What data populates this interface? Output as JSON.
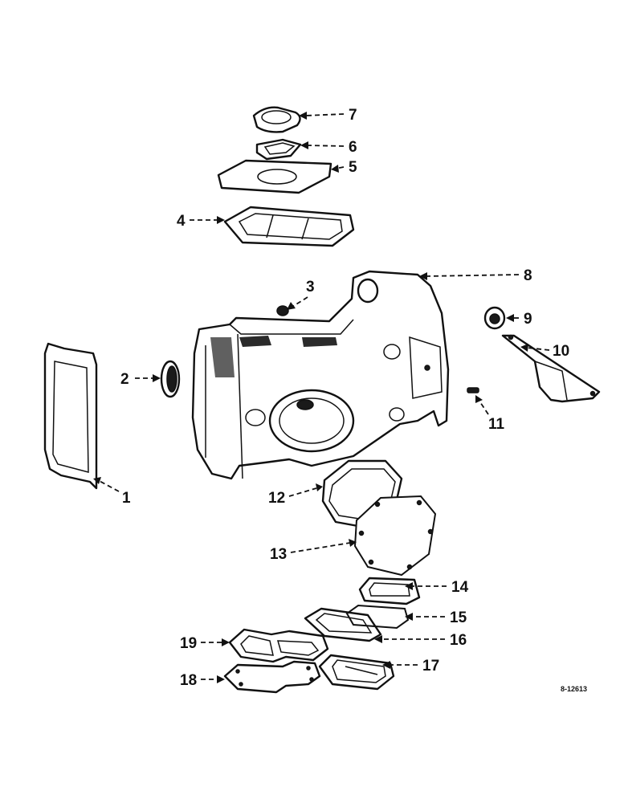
{
  "callouts": [
    "1",
    "2",
    "3",
    "4",
    "5",
    "6",
    "7",
    "8",
    "9",
    "10",
    "11",
    "12",
    "13",
    "14",
    "15",
    "16",
    "17",
    "18",
    "19"
  ],
  "drawing_number": "8-12613"
}
